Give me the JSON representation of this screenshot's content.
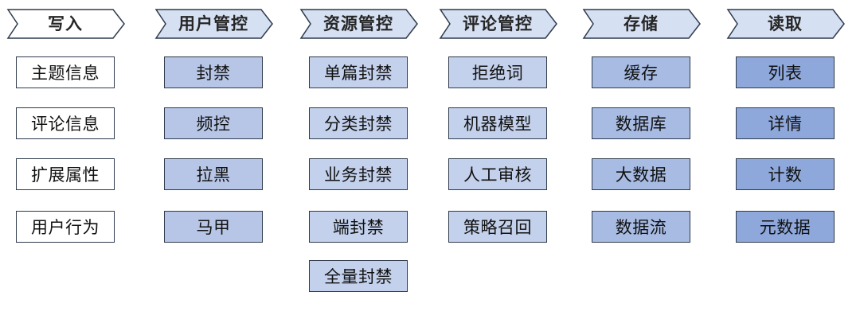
{
  "columns": [
    {
      "header": "写入",
      "items": [
        "主题信息",
        "评论信息",
        "扩展属性",
        "用户行为"
      ]
    },
    {
      "header": "用户管控",
      "items": [
        "封禁",
        "频控",
        "拉黑",
        "马甲"
      ]
    },
    {
      "header": "资源管控",
      "items": [
        "单篇封禁",
        "分类封禁",
        "业务封禁",
        "端封禁",
        "全量封禁"
      ]
    },
    {
      "header": "评论管控",
      "items": [
        "拒绝词",
        "机器模型",
        "人工审核",
        "策略召回"
      ]
    },
    {
      "header": "存储",
      "items": [
        "缓存",
        "数据库",
        "大数据",
        "数据流"
      ]
    },
    {
      "header": "读取",
      "items": [
        "列表",
        "详情",
        "计数",
        "元数据"
      ]
    }
  ],
  "colors": {
    "header_fill": "#d6e0f3",
    "stroke": "#2f3a4c",
    "write_fill": "#ffffff",
    "user_fill": "#b7c6e6",
    "resource_fill": "#c4d1ec",
    "comment_fill": "#c4d1ec",
    "storage_fill": "#a7bbe3",
    "read_fill": "#8ea8dc"
  }
}
